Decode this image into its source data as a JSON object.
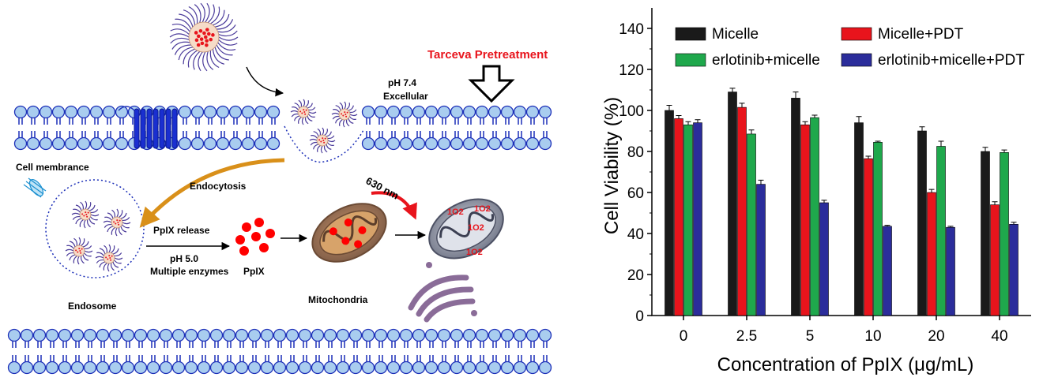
{
  "scheme": {
    "tarceva": "Tarceva Pretreatment",
    "ph_extra": "pH   7.4",
    "extracellular": "Excellular",
    "cell_membrane": "Cell membrance",
    "endocytosis": "Endocytosis",
    "ppix_release": "PpIX release",
    "ph_endo": "pH    5.0",
    "enzymes": "Multiple enzymes",
    "endosome": "Endosome",
    "ppix": "PpIX",
    "mitochondria": "Mitochondria",
    "wavelength": "630 nm",
    "singlet_oxygen": "1O2",
    "colors": {
      "membrane": "#a9cdef",
      "membrane_stroke": "#1c2fb8",
      "label_red": "#e8141c",
      "arrow_orange": "#d9901a",
      "ppix_red": "#ff0000"
    }
  },
  "chart_data": {
    "type": "bar",
    "xlabel": "Concentration of PpIX (μg/mL)",
    "ylabel": "Cell Viability (%)",
    "categories": [
      "0",
      "2.5",
      "5",
      "10",
      "20",
      "40"
    ],
    "ylim": [
      0,
      150
    ],
    "yticks": [
      0,
      20,
      40,
      60,
      80,
      100,
      120,
      140
    ],
    "legend_position": "top",
    "series": [
      {
        "name": "Micelle",
        "color": "#1a1a1a",
        "values": [
          100,
          109,
          106,
          94,
          90,
          80
        ],
        "errors": [
          2.5,
          1.8,
          3.0,
          3.0,
          2.0,
          2.0
        ]
      },
      {
        "name": "Micelle+PDT",
        "color": "#e8141c",
        "values": [
          96,
          101.5,
          93,
          76.5,
          60,
          54
        ],
        "errors": [
          1.5,
          2.0,
          1.5,
          1.2,
          1.5,
          1.5
        ]
      },
      {
        "name": "erlotinib+micelle",
        "color": "#1fa84c",
        "values": [
          93,
          88.5,
          96.5,
          84.5,
          82.5,
          79.5
        ],
        "errors": [
          1.5,
          2.0,
          1.2,
          0.5,
          2.5,
          1.2
        ]
      },
      {
        "name": "erlotinib+micelle+PDT",
        "color": "#2b2d9b",
        "values": [
          94,
          64,
          55,
          43.5,
          43,
          44.5
        ],
        "errors": [
          1.5,
          2.0,
          1.2,
          0.5,
          0.5,
          1.0
        ]
      }
    ]
  }
}
